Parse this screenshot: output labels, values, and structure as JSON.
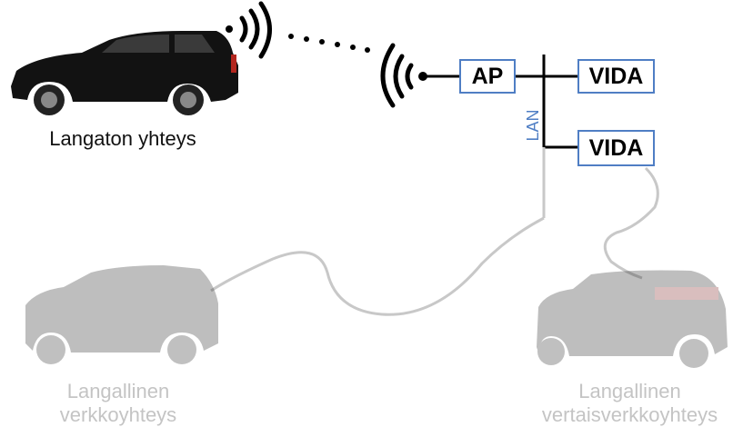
{
  "wireless_car": {
    "caption": "Langaton yhteys",
    "icon": "car-dark"
  },
  "wired_car": {
    "caption_line1": "Langallinen",
    "caption_line2": "verkkoyhteys",
    "icon": "car-faded"
  },
  "peer_car": {
    "caption_line1": "Langallinen",
    "caption_line2": "vertaisverkkoyhteys",
    "icon": "car-faded-rear"
  },
  "network": {
    "ap_label": "AP",
    "vida_label_1": "VIDA",
    "vida_label_2": "VIDA",
    "lan_label": "LAN"
  },
  "colors": {
    "box_border": "#4f7ec4",
    "lan_text": "#4f7ec4",
    "wire": "#c8c8c8",
    "faded_text": "#c4c4c4"
  }
}
